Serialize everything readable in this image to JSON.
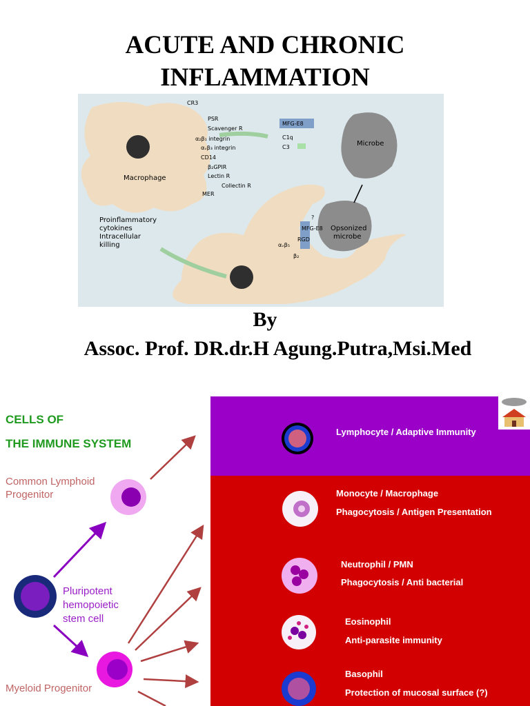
{
  "title_line1": "ACUTE AND CHRONIC",
  "title_line2": "INFLAMMATION",
  "figure": {
    "receptors": [
      "CR3",
      "PSR",
      "Scavenger R",
      "α₂β₁ integrin",
      "αᵥβ₃ integrin",
      "CD14",
      "β₂GPIR",
      "Lectin R",
      "Collectin R",
      "MER"
    ],
    "ligands": [
      "MFG-E8",
      "C1q",
      "C3"
    ],
    "macrophage_label": "Macrophage",
    "microbe_label": "Microbe",
    "opsonized_line1": "Opsonized",
    "opsonized_line2": "microbe",
    "outcome_line1": "Proinflammatory",
    "outcome_line2": "cytokines",
    "outcome_line3": "Intracellular",
    "outcome_line4": "killing",
    "small_labels": [
      "?",
      "MFG-E8",
      "RGD",
      "αᵥβ₅",
      "β₂"
    ]
  },
  "by": "By",
  "author": "Assoc. Prof. DR.dr.H Agung.Putra,Msi.Med",
  "slide2": {
    "title_line1": "CELLS OF",
    "title_line2": "THE IMMUNE SYSTEM",
    "common_lymphoid_line1": "Common Lymphoid",
    "common_lymphoid_line2": "Progenitor",
    "stem_line1": "Pluripotent",
    "stem_line2": "hemopoietic",
    "stem_line3": "stem cell",
    "myeloid": "Myeloid Progenitor",
    "lymphocyte": "Lymphocyte / Adaptive Immunity",
    "monocyte": "Monocyte / Macrophage",
    "monocyte_function": "Phagocytosis / Antigen Presentation",
    "neutrophil": "Neutrophil / PMN",
    "neutrophil_function": "Phagocytosis / Anti bacterial",
    "eosinophil": "Eosinophil",
    "eosinophil_function": "Anti-parasite immunity",
    "basophil": "Basophil",
    "basophil_function": "Protection of mucosal surface (?)",
    "colors": {
      "purple_panel": "#9a00c8",
      "red_panel": "#d20000",
      "arrow": "#b04040",
      "purple_arrow": "#8a00c0"
    }
  }
}
